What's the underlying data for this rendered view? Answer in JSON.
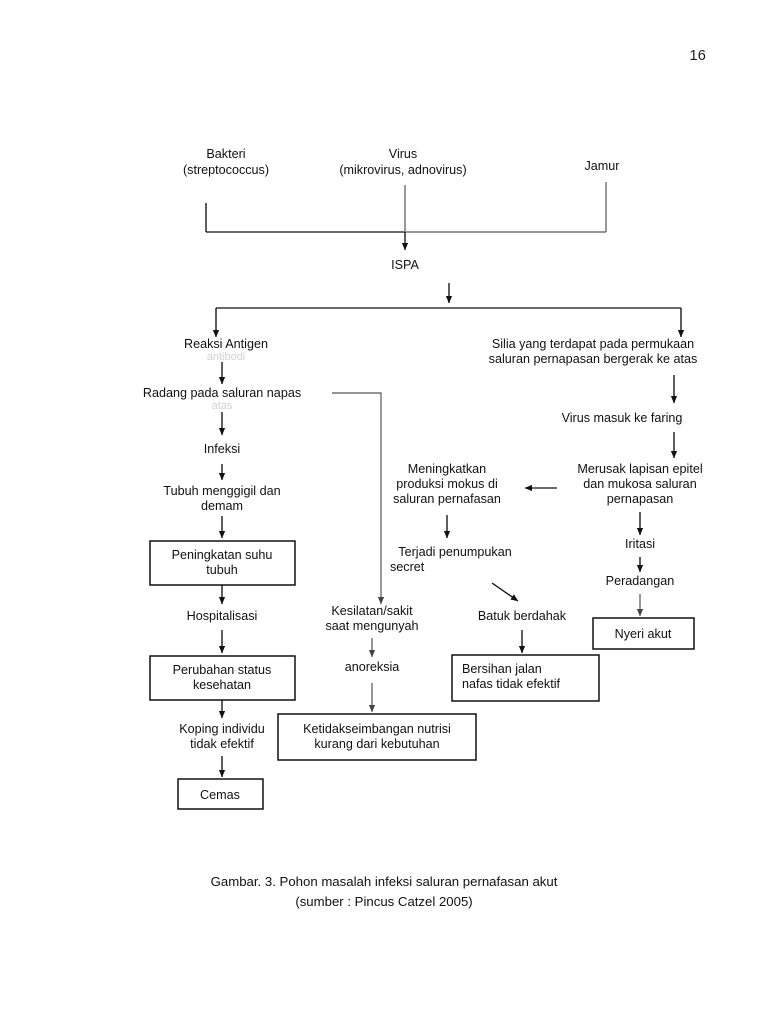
{
  "document": {
    "page_number": "16",
    "caption_line1": "Gambar. 3. Pohon masalah infeksi saluran pernafasan akut",
    "caption_line2": "(sumber : Pincus Catzel 2005)"
  },
  "diagram": {
    "title": "Pohon masalah infeksi saluran pernafasan akut",
    "type": "flowchart",
    "causes": [
      {
        "id": "bakteri",
        "line1": "Bakteri",
        "line2": "(streptococcus)"
      },
      {
        "id": "virus",
        "line1": "Virus",
        "line2": "(mikrovirus, adnovirus)"
      },
      {
        "id": "jamur",
        "line1": "Jamur",
        "line2": ""
      }
    ],
    "root": {
      "id": "ispa",
      "label": "ISPA"
    },
    "branch_left": {
      "reaksi_antigen": "Reaksi Antigen",
      "reaksi_antigen_clipped": "antibodi",
      "radang": "Radang pada saluran napas",
      "radang_clipped": "atas",
      "infeksi": "Infeksi",
      "menggigil_line1": "Tubuh menggigil dan",
      "menggigil_line2": "demam",
      "box_suhu_line1": "Peningkatan suhu",
      "box_suhu_line2": "tubuh",
      "hospitalisasi": "Hospitalisasi",
      "box_status_line1": "Perubahan status",
      "box_status_line2": "kesehatan",
      "koping_line1": "Koping individu",
      "koping_line2": "tidak efektif",
      "box_cemas": "Cemas"
    },
    "branch_middle": {
      "mokus_line1": "Meningkatkan",
      "mokus_line2": "produksi mokus di",
      "mokus_line3": "saluran pernafasan",
      "secret_line1": "Terjadi penumpukan",
      "secret_line2": "secret",
      "kesilatan_line1": "Kesilatan/sakit",
      "kesilatan_line2": "saat mengunyah",
      "anoreksia": "anoreksia",
      "box_nutrisi_line1": "Ketidakseimbangan nutrisi",
      "box_nutrisi_line2": "kurang dari kebutuhan",
      "batuk": "Batuk berdahak",
      "box_bersihan_line1": "Bersihan jalan",
      "box_bersihan_line2": "nafas tidak efektif"
    },
    "branch_right": {
      "silia_line1": "Silia yang terdapat pada permukaan",
      "silia_line2": "saluran pernapasan bergerak ke atas",
      "faring": "Virus masuk ke faring",
      "epitel_line1": "Merusak lapisan epitel",
      "epitel_line2": "dan mukosa saluran",
      "epitel_line3": "pernapasan",
      "iritasi": "Iritasi",
      "peradangan": "Peradangan",
      "box_nyeri": "Nyeri akut"
    },
    "colors": {
      "line": "#111111",
      "line_soft": "#555555",
      "text": "#111111",
      "background": "#ffffff"
    }
  }
}
